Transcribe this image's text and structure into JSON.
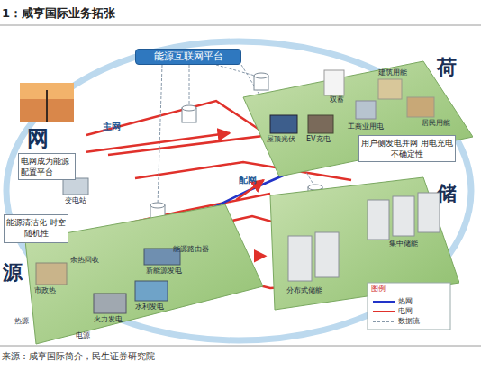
{
  "diagram": {
    "title": "1：咸亨国际业务拓张",
    "caption": "来源：咸亨国际简介，民生证券研究院",
    "nodes": [
      {
        "text": [
          "能源互联网平台"
        ]
      },
      {
        "text": [
          "网",
          "电网成为能源配置平台"
        ]
      },
      {
        "text": [
          "荷"
        ]
      },
      {
        "text": [
          "用户侧发电并网 用电充电不确定性"
        ],
        "in": 2
      },
      {
        "text": [
          "储"
        ]
      },
      {
        "text": [
          "源"
        ]
      },
      {
        "text": [
          "能源清洁化 时空随机性"
        ]
      }
    ],
    "edges": [
      {
        "from": 1,
        "to": 2,
        "arrow": "to",
        "label": "主网"
      },
      {
        "from": 5,
        "to": 2,
        "arrow": "to",
        "label": "配网"
      },
      {
        "from": 5,
        "to": 4,
        "arrow": "to"
      }
    ],
    "labels": [
      "变电站",
      "双蓄",
      "建筑用能",
      "居民用能",
      "工商业用电",
      "屋顶光伏",
      "EV充电",
      "分布式储能",
      "集中储能",
      "余热回收",
      "新能源发电",
      "能源路由器",
      "市政热",
      "水利发电",
      "火力发电",
      "热源",
      "电源",
      "图例"
    ],
    "legend": [
      {
        "text": "热网"
      },
      {
        "text": "电网"
      },
      {
        "text": "数据流"
      }
    ]
  }
}
